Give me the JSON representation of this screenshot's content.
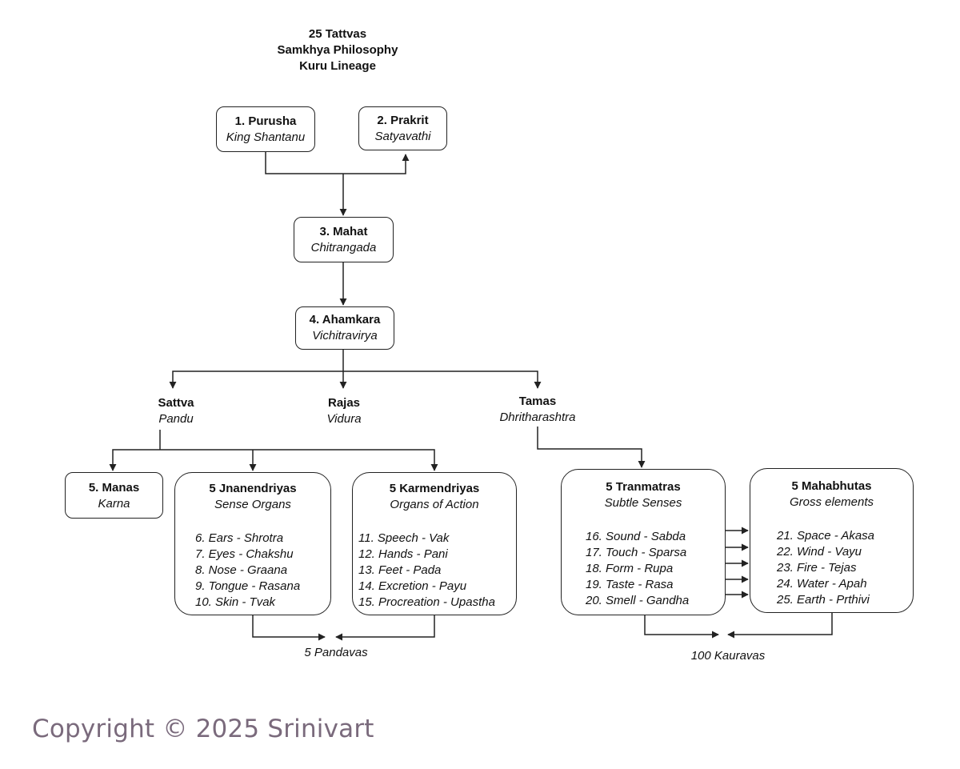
{
  "title": [
    "25 Tattvas",
    "Samkhya Philosophy",
    "Kuru Lineage"
  ],
  "nodes": {
    "purusha": {
      "name": "1. Purusha",
      "figure": "King Shantanu"
    },
    "prakrit": {
      "name": "2. Prakrit",
      "figure": "Satyavathi"
    },
    "mahat": {
      "name": "3. Mahat",
      "figure": "Chitrangada"
    },
    "ahamkara": {
      "name": "4. Ahamkara",
      "figure": "Vichitravirya"
    },
    "sattva": {
      "name": "Sattva",
      "figure": "Pandu"
    },
    "rajas": {
      "name": "Rajas",
      "figure": "Vidura"
    },
    "tamas": {
      "name": "Tamas",
      "figure": "Dhritharashtra"
    },
    "manas": {
      "name": "5. Manas",
      "figure": "Karna"
    },
    "jnanendriyas": {
      "name": "5 Jnanendriyas",
      "figure": "Sense Organs",
      "items": [
        "6. Ears - Shrotra",
        "7. Eyes - Chakshu",
        "8. Nose - Graana",
        "9. Tongue - Rasana",
        "10. Skin - Tvak"
      ]
    },
    "karmendriyas": {
      "name": "5 Karmendriyas",
      "figure": "Organs of Action",
      "items": [
        "11. Speech - Vak",
        "12. Hands - Pani",
        "13. Feet - Pada",
        "14. Excretion - Payu",
        "15. Procreation - Upastha"
      ]
    },
    "tanmatras": {
      "name": "5 Tranmatras",
      "figure": "Subtle Senses",
      "items": [
        "16. Sound - Sabda",
        "17. Touch - Sparsa",
        "18. Form - Rupa",
        "19. Taste - Rasa",
        "20. Smell - Gandha"
      ]
    },
    "mahabhutas": {
      "name": "5 Mahabhutas",
      "figure": "Gross elements",
      "items": [
        "21. Space - Akasa",
        "22. Wind - Vayu",
        "23. Fire - Tejas",
        "24. Water - Apah",
        "25. Earth - Prthivi"
      ]
    }
  },
  "outcomes": {
    "pandavas": "5 Pandavas",
    "kauravas": "100 Kauravas"
  },
  "copyright": "Copyright © 2025 Srinivart",
  "colors": {
    "line": "#222222",
    "copyright": "#7a6a7c"
  }
}
